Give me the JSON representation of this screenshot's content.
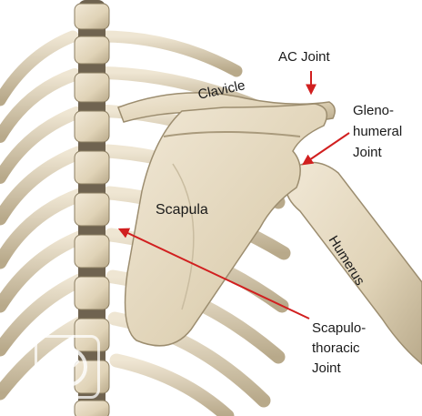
{
  "labels": {
    "ac_joint": "AC Joint",
    "clavicle": "Clavicle",
    "glenohumeral": [
      "Gleno-",
      "humeral",
      "Joint"
    ],
    "scapula": "Scapula",
    "humerus": "Humerus",
    "scapulothoracic": [
      "Scapulo-",
      "thoracic",
      "Joint"
    ]
  },
  "colors": {
    "arrow": "#d11f1f",
    "bone": "#e8dcc4",
    "bone_shadow": "#a99a7c",
    "background": "#ffffff"
  },
  "icons": {
    "watermark": "logo-watermark-icon"
  }
}
